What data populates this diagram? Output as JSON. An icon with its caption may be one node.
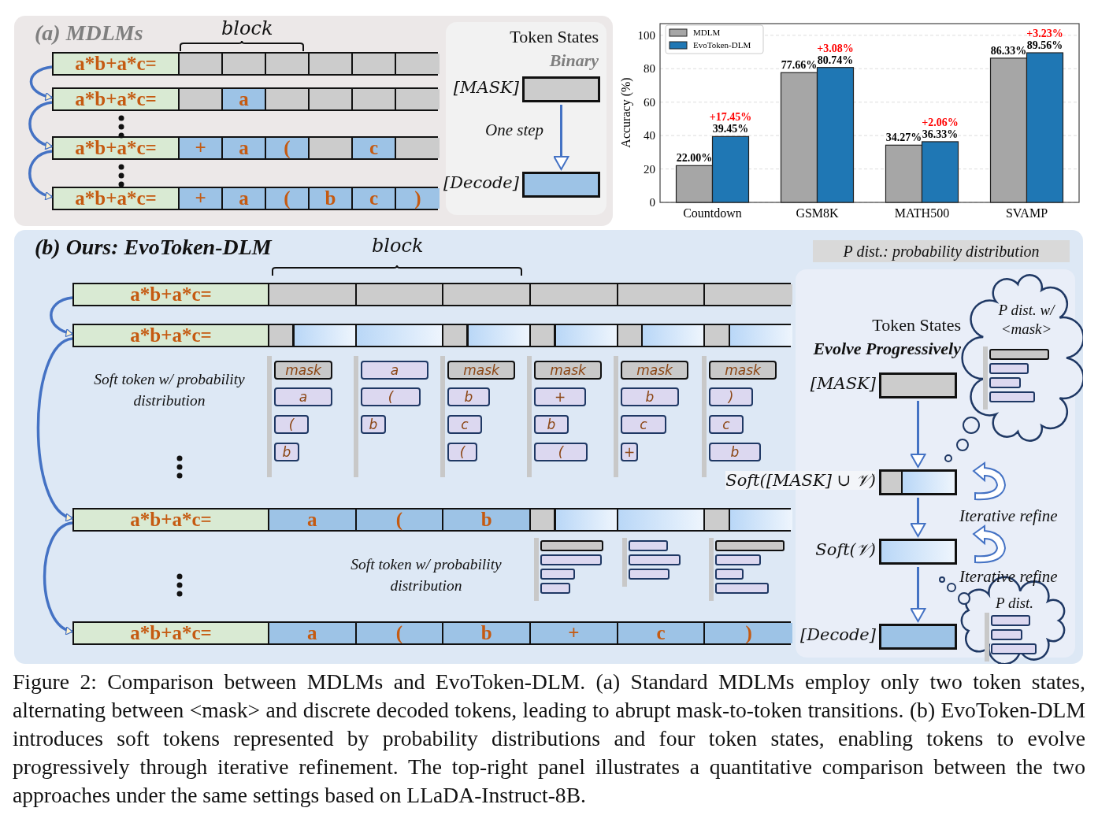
{
  "diagram": {
    "caption": "Figure 2: Comparison between MDLMs and EvoToken-DLM. (a) Standard MDLMs employ only two token states, alternating between <mask> and discrete decoded tokens, leading to abrupt mask-to-token transitions. (b) EvoToken-DLM introduces soft tokens represented by probability distributions and four token states, enabling tokens to evolve progressively through iterative refinement. The top-right panel illustrates a quantitative comparison between the two approaches under the same settings based on LLaDA-Instruct-8B.",
    "nodes": [
      {
        "text": [
          "(a) MDLMs"
        ]
      },
      {
        "text": [
          "a*b+a*c="
        ],
        "in": 0
      },
      {
        "text": [
          "a*b+a*c=",
          "a"
        ],
        "in": 0
      },
      {
        "text": [
          "a*b+a*c=",
          "+",
          "a",
          "(",
          "c"
        ],
        "in": 0
      },
      {
        "text": [
          "a*b+a*c=",
          "+",
          "a",
          "(",
          "b",
          "c",
          ")"
        ],
        "in": 0
      },
      {
        "text": [
          "Token States",
          "Binary"
        ],
        "in": 0
      },
      {
        "text": [],
        "shape": "box",
        "beside": [
          "[MASK]"
        ],
        "in": 5
      },
      {
        "text": [],
        "shape": "box",
        "beside": [
          "[Decode]"
        ],
        "in": 5
      },
      {
        "text": [
          "(b) Ours: EvoToken-DLM"
        ]
      },
      {
        "text": [
          "a*b+a*c="
        ],
        "in": 8
      },
      {
        "text": [
          "a*b+a*c="
        ],
        "in": 8
      },
      {
        "text": [
          "a*b+a*c=",
          "a",
          "(",
          "b"
        ],
        "in": 8
      },
      {
        "text": [
          "a*b+a*c=",
          "a",
          "(",
          "b",
          "+",
          "c",
          ")"
        ],
        "in": 8
      },
      {
        "text": [
          "mask"
        ],
        "in": 8
      },
      {
        "text": [
          "a"
        ],
        "in": 8
      },
      {
        "text": [
          "("
        ],
        "in": 8
      },
      {
        "text": [
          "b"
        ],
        "in": 8
      },
      {
        "text": [
          "a"
        ],
        "in": 8
      },
      {
        "text": [
          "("
        ],
        "in": 8
      },
      {
        "text": [
          "b"
        ],
        "in": 8
      },
      {
        "text": [
          "mask"
        ],
        "in": 8
      },
      {
        "text": [
          "b"
        ],
        "in": 8
      },
      {
        "text": [
          "c"
        ],
        "in": 8
      },
      {
        "text": [
          "("
        ],
        "in": 8
      },
      {
        "text": [
          "mask"
        ],
        "in": 8
      },
      {
        "text": [
          "+"
        ],
        "in": 8
      },
      {
        "text": [
          "b"
        ],
        "in": 8
      },
      {
        "text": [
          "("
        ],
        "in": 8
      },
      {
        "text": [
          "mask"
        ],
        "in": 8
      },
      {
        "text": [
          "b"
        ],
        "in": 8
      },
      {
        "text": [
          "c"
        ],
        "in": 8
      },
      {
        "text": [
          "+"
        ],
        "in": 8
      },
      {
        "text": [
          "mask"
        ],
        "in": 8
      },
      {
        "text": [
          ")"
        ],
        "in": 8
      },
      {
        "text": [
          "c"
        ],
        "in": 8
      },
      {
        "text": [
          "b"
        ],
        "in": 8
      },
      {
        "text": [
          "P dist.: probability distribution"
        ],
        "in": 8
      },
      {
        "text": [
          "Token States",
          "Evolve Progressively"
        ],
        "in": 8
      },
      {
        "text": [],
        "shape": "box",
        "beside": [
          "[MASK]"
        ],
        "in": 37
      },
      {
        "text": [],
        "shape": "box",
        "beside": [
          "Soft([MASK] ∪ 𝒱)"
        ],
        "in": 37
      },
      {
        "text": [],
        "shape": "box",
        "beside": [
          "Soft(𝒱)"
        ],
        "in": 37
      },
      {
        "text": [],
        "shape": "box",
        "beside": [
          "[Decode]"
        ],
        "in": 37
      },
      {
        "text": [
          "P dist. w/ <mask>"
        ],
        "in": 37
      },
      {
        "text": [
          "P dist."
        ],
        "in": 37
      }
    ],
    "edges": [
      {
        "from": 1,
        "to": 2,
        "arrow": "to"
      },
      {
        "from": 2,
        "to": 3,
        "arrow": "to"
      },
      {
        "from": 3,
        "to": 4,
        "arrow": "to"
      },
      {
        "from": 6,
        "to": 7,
        "arrow": "to",
        "label": "One step"
      },
      {
        "from": 9,
        "to": 10,
        "arrow": "to"
      },
      {
        "from": 10,
        "to": 11,
        "arrow": "to"
      },
      {
        "from": 11,
        "to": 12,
        "arrow": "to"
      },
      {
        "from": 38,
        "to": 39,
        "arrow": "to"
      },
      {
        "from": 39,
        "to": 40,
        "arrow": "to"
      },
      {
        "from": 40,
        "to": 41,
        "arrow": "to"
      }
    ],
    "labels": [
      "block",
      "block",
      "Soft token w/ probability distribution",
      "Iterative refine",
      "Iterative refine",
      "Soft token w/ probability distribution"
    ],
    "chart_data": {
      "type": "bar",
      "ylabel": "Accuracy (%)",
      "categories": [
        "Countdown",
        "GSM8K",
        "MATH500",
        "SVAMP"
      ],
      "series": [
        {
          "name": "MDLM",
          "color": "#a6a6a6",
          "values": [
            22.0,
            77.66,
            34.27,
            86.33
          ]
        },
        {
          "name": "EvoToken-DLM",
          "color": "#1f77b4",
          "values": [
            39.45,
            80.74,
            36.33,
            89.56
          ]
        }
      ],
      "ylim": [
        0,
        107
      ],
      "yticks": [
        0,
        20,
        40,
        60,
        80,
        100
      ],
      "value_labels": [
        [
          "22.00%",
          "77.66%",
          "34.27%",
          "86.33%"
        ],
        [
          "39.45%",
          "80.74%",
          "36.33%",
          "89.56%"
        ]
      ],
      "annotations": [
        "+17.45%",
        "+3.08%",
        "+2.06%",
        "+3.23%"
      ],
      "grid": true,
      "legend": "upper left"
    }
  }
}
